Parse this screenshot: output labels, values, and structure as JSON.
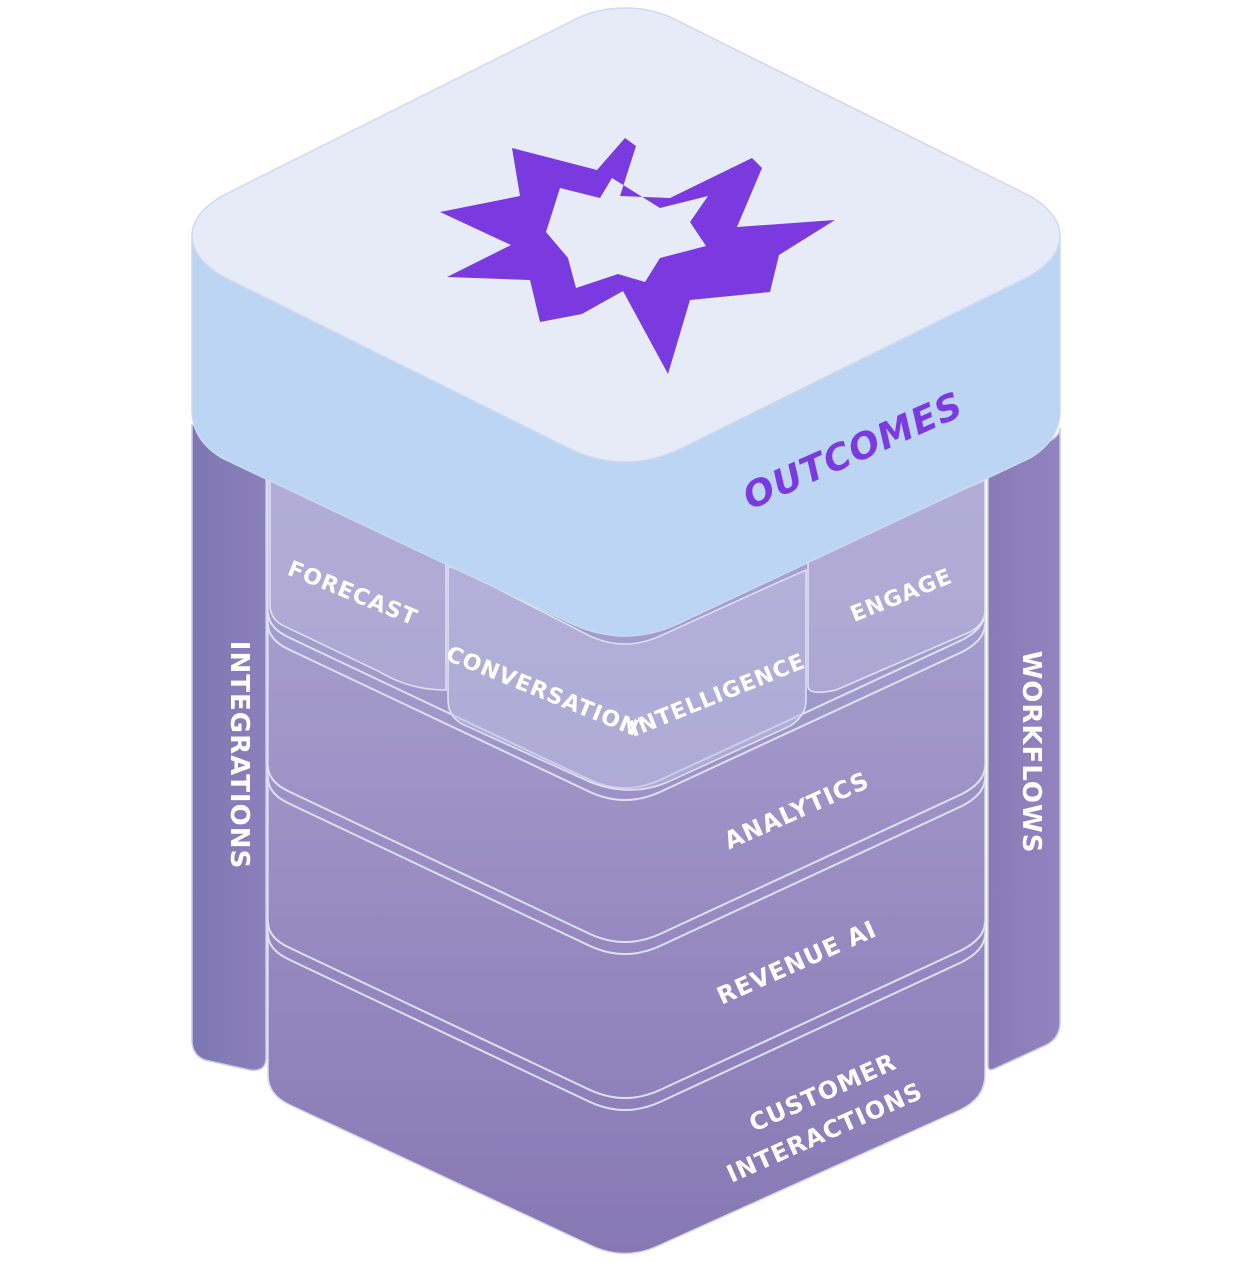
{
  "colors": {
    "brand_purple": "#7b3ae0",
    "top_face": "#e7ebf7",
    "top_side": "#bcd5f2",
    "pillar": "#8979b3",
    "layer_fill": "#a39ac8",
    "layer_dark": "#8a7bb6",
    "edge": "#d4d8f0"
  },
  "diagram": {
    "top": {
      "label": "OUTCOMES",
      "icon": "star-burst-logo-icon"
    },
    "pillars": {
      "left": "INTEGRATIONS",
      "right": "WORKFLOWS"
    },
    "modules": {
      "forecast": "FORECAST",
      "conversation": "CONVERSATION",
      "intelligence": "INTELLIGENCE",
      "engage": "ENGAGE"
    },
    "layers": {
      "analytics": "ANALYTICS",
      "revenue_ai": "REVENUE AI",
      "customer_line1": "CUSTOMER",
      "customer_line2": "INTERACTIONS"
    }
  }
}
